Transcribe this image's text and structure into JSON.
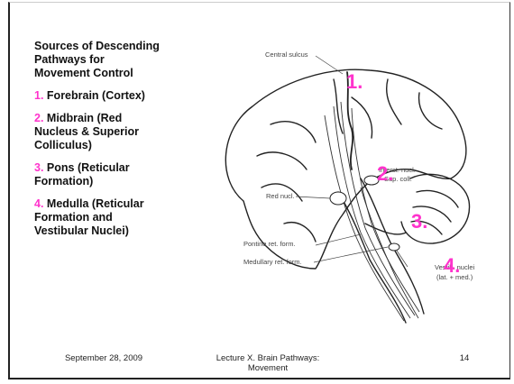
{
  "slide": {
    "heading": "Sources of Descending Pathways for Movement Control",
    "items": [
      {
        "num": "1.",
        "label": "Forebrain (Cortex)"
      },
      {
        "num": "2.",
        "label": "Midbrain (Red Nucleus & Superior Colliculus)"
      },
      {
        "num": "3.",
        "label": "Pons (Reticular Formation)"
      },
      {
        "num": "4.",
        "label": "Medulla (Reticular Formation and Vestibular Nuclei)"
      }
    ]
  },
  "figure": {
    "callouts": [
      "1.",
      "2.",
      "3.",
      "4."
    ],
    "labels": {
      "central_sulcus": "Central sulcus",
      "interstitial_nucleus": "Interst. nucl.",
      "superior_colliculus": "Sup. coll.",
      "red_nucleus": "Red nucl.",
      "pontine": "Pontine ret. form.",
      "medullary": "Medullary ret. form.",
      "vestibular": "Vestib. nuclei",
      "vestibular_sub": "(lat. + med.)"
    }
  },
  "footer": {
    "date": "September 28, 2009",
    "title": "Lecture X. Brain Pathways: Movement",
    "page": "14"
  },
  "colors": {
    "accent": "#ff33cc"
  }
}
